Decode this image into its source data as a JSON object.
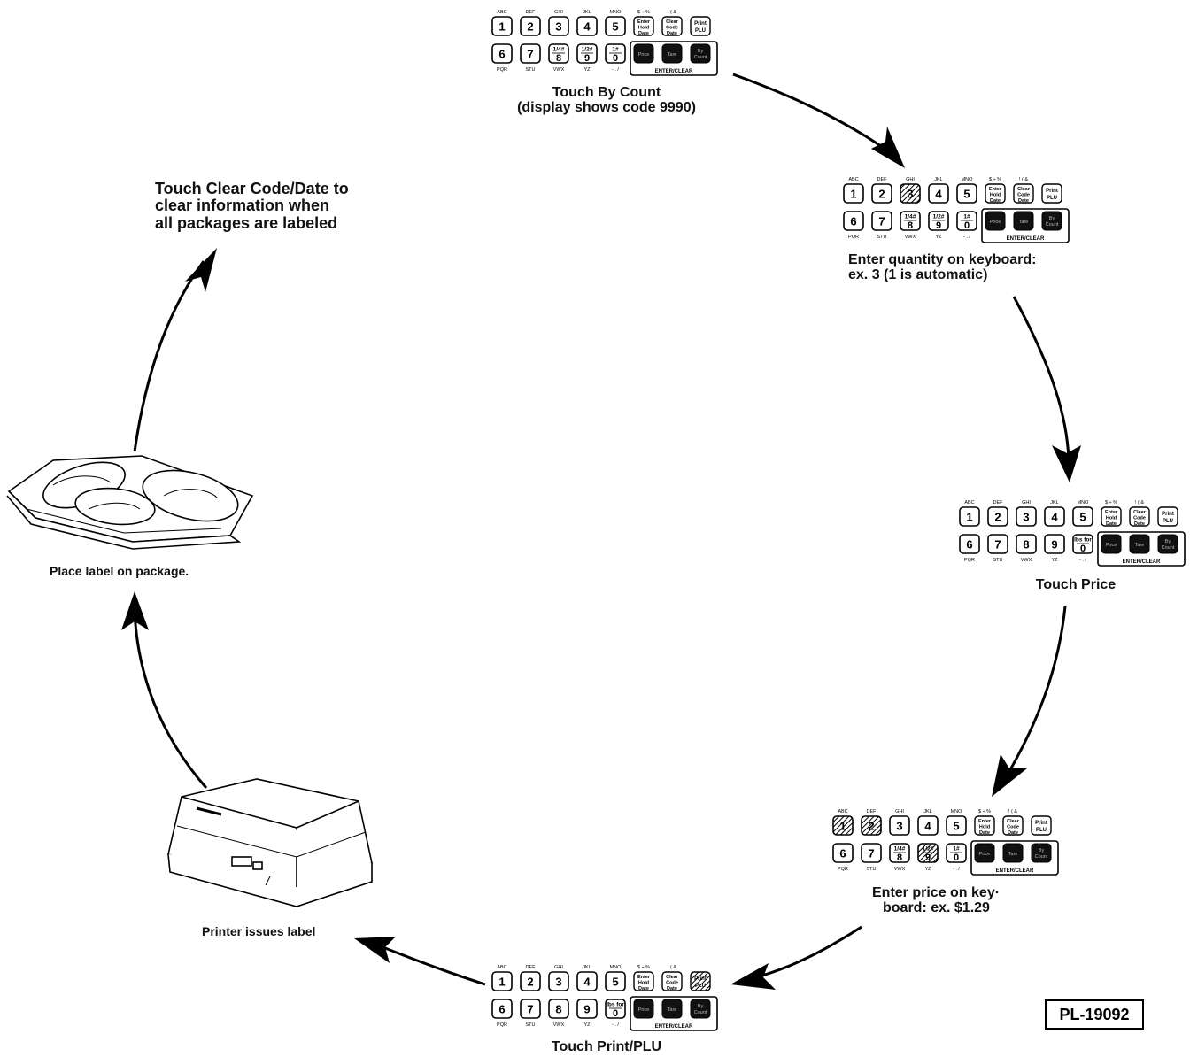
{
  "keypads": [
    {
      "id": "kp-top",
      "letters": [
        "ABC",
        "DEF",
        "GHI",
        "JKL",
        "MNO",
        "$ ÷ %",
        "! ( &",
        ""
      ],
      "bottom_letters": [
        "PQR",
        "STU",
        "VWX",
        "YZ",
        "- . /"
      ],
      "row1_keys": [
        "1",
        "2",
        "3",
        "4",
        "5"
      ],
      "row2_keys": [
        "6",
        "7",
        "8",
        "9",
        "0"
      ],
      "row2_tops": [
        "",
        "",
        "1/4#",
        "1/2#",
        "1#"
      ],
      "func_keys": [
        [
          "Enter",
          "Hold",
          "Date"
        ],
        [
          "Clear",
          "Code",
          "Date"
        ],
        [
          "Print",
          "PLU"
        ]
      ],
      "dark_keys": [
        "Price",
        "Tare",
        "By Count"
      ],
      "enter_clear": "ENTER/CLEAR",
      "hatched": []
    },
    {
      "id": "kp-right-1",
      "letters": [
        "ABC",
        "DEF",
        "GHI",
        "JKL",
        "MNO",
        "$ ÷ %",
        "! ( &",
        ""
      ],
      "bottom_letters": [
        "PQR",
        "STU",
        "VWX",
        "YZ",
        "- . /"
      ],
      "row1_keys": [
        "1",
        "2",
        "3",
        "4",
        "5"
      ],
      "row2_keys": [
        "6",
        "7",
        "8",
        "9",
        "0"
      ],
      "row2_tops": [
        "",
        "",
        "1/4#",
        "1/2#",
        "1#"
      ],
      "func_keys": [
        [
          "Enter",
          "Hold",
          "Date"
        ],
        [
          "Clear",
          "Code",
          "Date"
        ],
        [
          "Print",
          "PLU"
        ]
      ],
      "dark_keys": [
        "Price",
        "Tare",
        "By Count"
      ],
      "enter_clear": "ENTER/CLEAR",
      "hatched": [
        "3"
      ]
    },
    {
      "id": "kp-right-2",
      "letters": [
        "ABC",
        "DEF",
        "GHI",
        "JKL",
        "MNO",
        "$ ÷ %",
        "! ( &",
        ""
      ],
      "bottom_letters": [
        "PQR",
        "STU",
        "VWX",
        "YZ",
        "- . /"
      ],
      "row1_keys": [
        "1",
        "2",
        "3",
        "4",
        "5"
      ],
      "row2_keys": [
        "6",
        "7",
        "8",
        "9",
        "0"
      ],
      "row2_tops": [
        "",
        "",
        "",
        "",
        "lbs for"
      ],
      "func_keys": [
        [
          "Enter",
          "Hold",
          "Date"
        ],
        [
          "Clear",
          "Code",
          "Date"
        ],
        [
          "Print",
          "PLU"
        ]
      ],
      "dark_keys": [
        "Price",
        "Tare",
        "By Count"
      ],
      "enter_clear": "ENTER/CLEAR",
      "hatched": []
    },
    {
      "id": "kp-right-3",
      "letters": [
        "ABC",
        "DEF",
        "GHI",
        "JKL",
        "MNO",
        "$ ÷ %",
        "! ( &",
        ""
      ],
      "bottom_letters": [
        "PQR",
        "STU",
        "VWX",
        "YZ",
        "- . /"
      ],
      "row1_keys": [
        "1",
        "2",
        "3",
        "4",
        "5"
      ],
      "row2_keys": [
        "6",
        "7",
        "8",
        "9",
        "0"
      ],
      "row2_tops": [
        "",
        "",
        "1/4#",
        "1/2#",
        "1#"
      ],
      "func_keys": [
        [
          "Enter",
          "Hold",
          "Date"
        ],
        [
          "Clear",
          "Code",
          "Date"
        ],
        [
          "Print",
          "PLU"
        ]
      ],
      "dark_keys": [
        "Price",
        "Tare",
        "By Count"
      ],
      "enter_clear": "ENTER/CLEAR",
      "hatched": [
        "1",
        "2",
        "9"
      ]
    },
    {
      "id": "kp-bottom",
      "letters": [
        "ABC",
        "DEF",
        "GHI",
        "JKL",
        "MNO",
        "$ ÷ %",
        "! ( &",
        ""
      ],
      "bottom_letters": [
        "PQR",
        "STU",
        "VWX",
        "YZ",
        "- . /"
      ],
      "row1_keys": [
        "1",
        "2",
        "3",
        "4",
        "5"
      ],
      "row2_keys": [
        "6",
        "7",
        "8",
        "9",
        "0"
      ],
      "row2_tops": [
        "",
        "",
        "",
        "",
        "lbs for"
      ],
      "func_keys": [
        [
          "Enter",
          "Hold",
          "Date"
        ],
        [
          "Clear",
          "Code",
          "Date"
        ],
        [
          "Print",
          "PLU"
        ]
      ],
      "dark_keys": [
        "Price",
        "Tare",
        "By Count"
      ],
      "enter_clear": "ENTER/CLEAR",
      "hatched": [
        "Print"
      ]
    }
  ],
  "captions": {
    "touch_by_count": "Touch By Count",
    "display_shows": "(display shows code 9990)",
    "enter_qty_1": "Enter quantity on keyboard:",
    "enter_qty_2": "ex. 3 (1 is automatic)",
    "touch_price": "Touch Price",
    "enter_price_1": "Enter price on key·",
    "enter_price_2": "board: ex. $1.29",
    "touch_print": "Touch Print/PLU",
    "printer_issues": "Printer issues label",
    "place_label": "Place label on package.",
    "clear_1": "Touch Clear Code/Date to",
    "clear_2": "clear information when",
    "clear_3": "all packages are labeled",
    "figure_id": "PL-19092"
  }
}
